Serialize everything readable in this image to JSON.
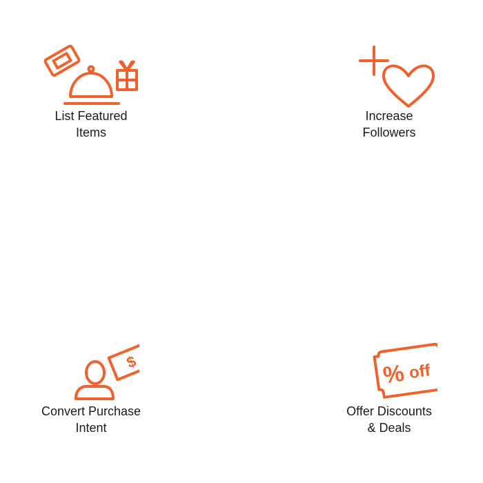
{
  "accent_color": "#F0622D",
  "features": [
    {
      "label": "List Featured\nItems",
      "icon": "cloche-ticket-gift-icon"
    },
    {
      "label": "Increase\nFollowers",
      "icon": "plus-heart-icon"
    },
    {
      "label": "Convert Purchase\nIntent",
      "icon": "person-money-icon",
      "icon_text": "$"
    },
    {
      "label": "Offer Discounts\n& Deals",
      "icon": "discount-ticket-icon",
      "icon_text_pct": "%",
      "icon_text_off": "off"
    }
  ]
}
